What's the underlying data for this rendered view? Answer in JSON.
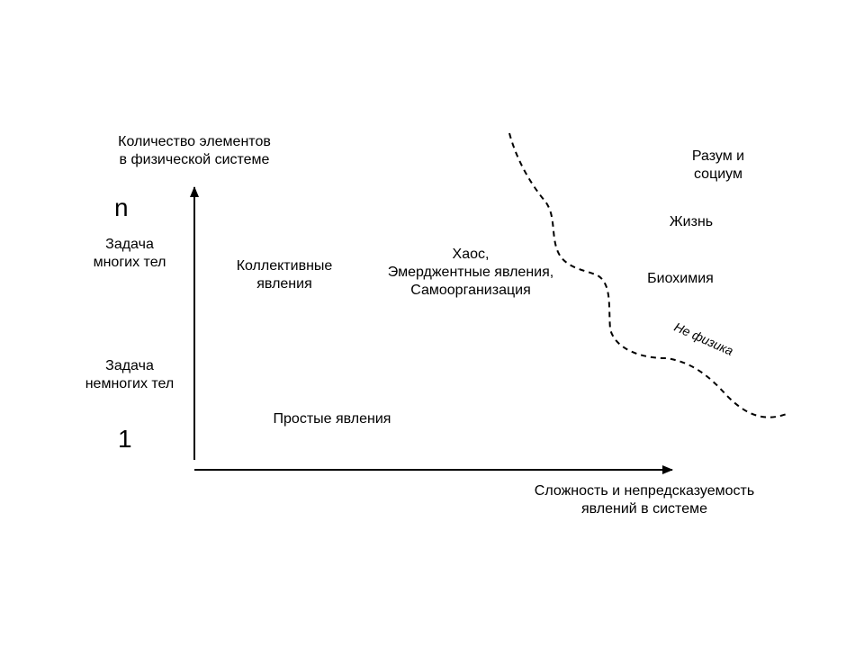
{
  "y_axis": {
    "title_line1": "Количество элементов",
    "title_line2": "в физической системе",
    "top_marker": "n",
    "bottom_marker": "1"
  },
  "x_axis": {
    "title_line1": "Сложность и непредсказуемость",
    "title_line2": "явлений в системе"
  },
  "rows": {
    "many_bodies_line1": "Задача",
    "many_bodies_line2": "многих тел",
    "few_bodies_line1": "Задача",
    "few_bodies_line2": "немногих тел"
  },
  "regions": {
    "collective_line1": "Коллективные",
    "collective_line2": "явления",
    "chaos_line1": "Хаос,",
    "chaos_line2": "Эмерджентные явления,",
    "chaos_line3": "Самоорганизация",
    "simple": "Простые явления",
    "mind_line1": "Разум и",
    "mind_line2": "социум",
    "life": "Жизнь",
    "biochemistry": "Биохимия"
  },
  "boundary": {
    "label": "Не физика"
  }
}
